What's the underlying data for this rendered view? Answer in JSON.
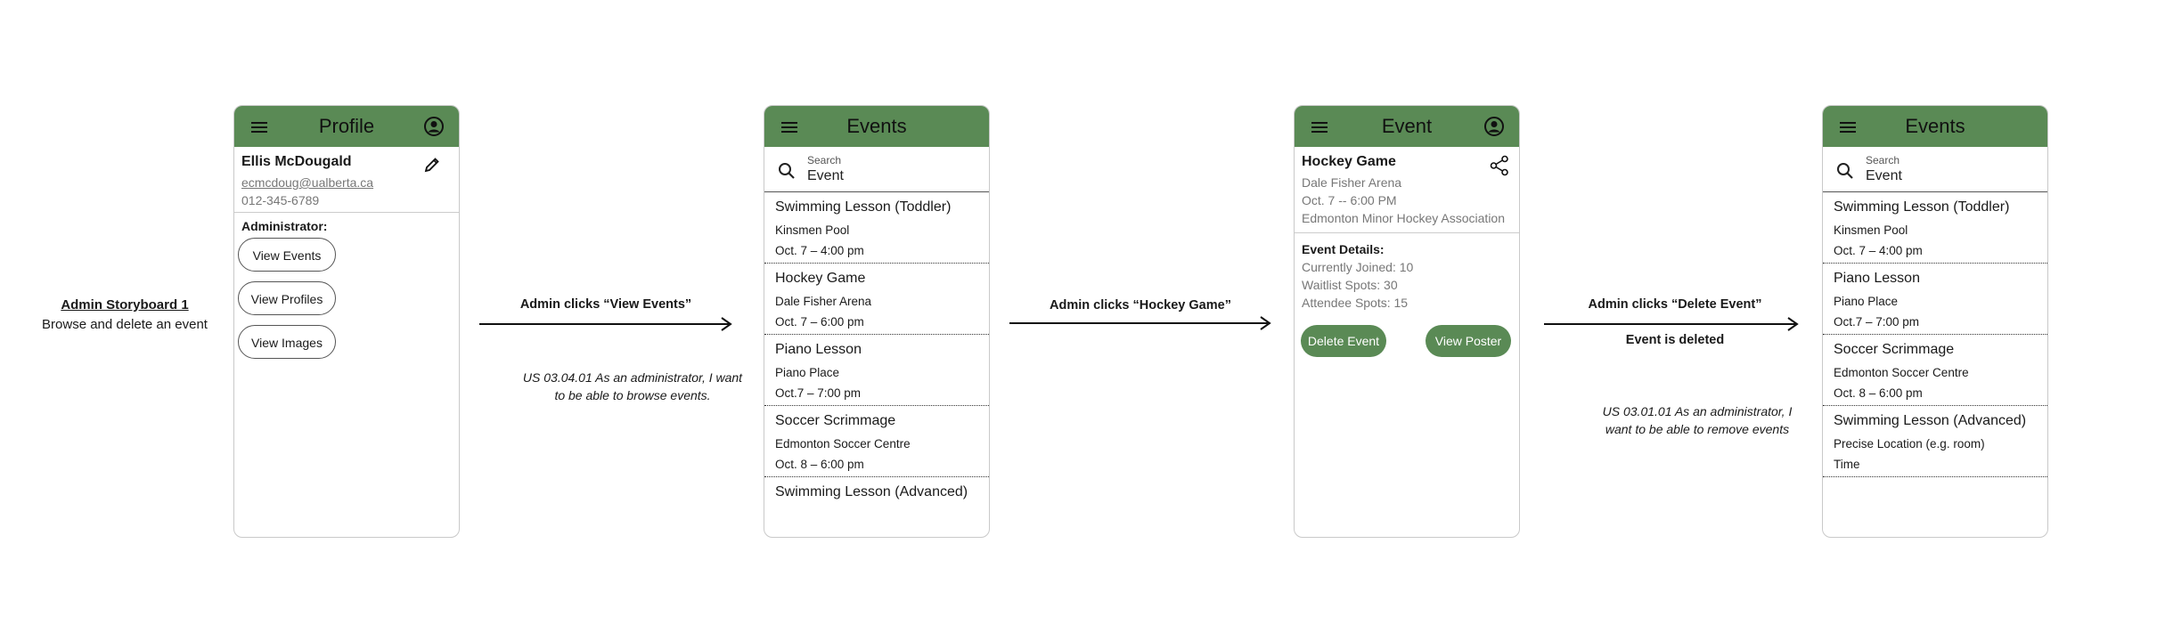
{
  "intro": {
    "title": "Admin Storyboard 1",
    "subtitle": "Browse and delete an event"
  },
  "screen1": {
    "title": "Profile",
    "name": "Ellis McDougald",
    "email": "ecmcdoug@ualberta.ca",
    "phone": "012-345-6789",
    "role": "Administrator:",
    "buttons": [
      "View Events",
      "View Profiles",
      "View Images"
    ]
  },
  "transition1": {
    "action": "Admin clicks “View Events”",
    "story_line1": "US 03.04.01 As an administrator, I want",
    "story_line2": "to be able to browse events."
  },
  "screen2": {
    "title": "Events",
    "search_label": "Search",
    "search_value": "Event",
    "events": [
      {
        "name": "Swimming Lesson (Toddler)",
        "location": "Kinsmen Pool",
        "date": "Oct. 7 – 4:00 pm"
      },
      {
        "name": "Hockey Game",
        "location": "Dale Fisher Arena",
        "date": "Oct. 7 – 6:00 pm"
      },
      {
        "name": "Piano Lesson",
        "location": "Piano Place",
        "date": "Oct.7 – 7:00 pm"
      },
      {
        "name": "Soccer Scrimmage",
        "location": "Edmonton Soccer Centre",
        "date": "Oct. 8 – 6:00 pm"
      },
      {
        "name": "Swimming Lesson (Advanced)"
      }
    ]
  },
  "transition2": {
    "action": "Admin clicks “Hockey Game”"
  },
  "screen3": {
    "title": "Event",
    "event_name": "Hockey Game",
    "venue": "Dale Fisher Arena",
    "datetime": "Oct. 7 -- 6:00 PM",
    "organizer": "Edmonton Minor Hockey Association",
    "details_heading": "Event Details:",
    "joined": "Currently Joined: 10",
    "waitlist": "Waitlist Spots: 30",
    "attendee": "Attendee Spots: 15",
    "delete_label": "Delete Event",
    "poster_label": "View Poster"
  },
  "transition3": {
    "action": "Admin clicks “Delete Event”",
    "result": "Event is deleted",
    "story_line1": "US 03.01.01 As an administrator, I",
    "story_line2": "want to be able to remove events"
  },
  "screen4": {
    "title": "Events",
    "search_label": "Search",
    "search_value": "Event",
    "events": [
      {
        "name": "Swimming Lesson (Toddler)",
        "location": "Kinsmen Pool",
        "date": "Oct. 7 – 4:00 pm"
      },
      {
        "name": "Piano Lesson",
        "location": "Piano Place",
        "date": "Oct.7 – 7:00 pm"
      },
      {
        "name": "Soccer Scrimmage",
        "location": "Edmonton Soccer Centre",
        "date": "Oct. 8 – 6:00 pm"
      },
      {
        "name": "Swimming Lesson (Advanced)",
        "location": "Precise Location (e.g. room)",
        "date": "Time"
      }
    ]
  },
  "colors": {
    "appbar": "#5a8a55",
    "button_green": "#5a8a55"
  }
}
